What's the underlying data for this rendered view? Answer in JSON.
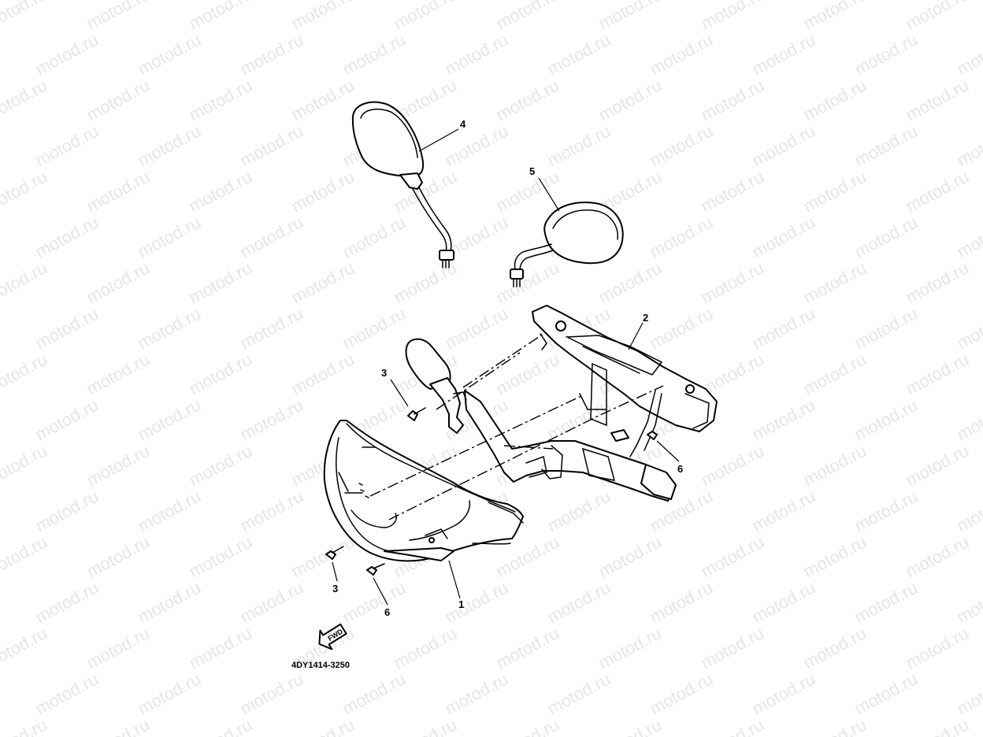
{
  "watermark": {
    "text": "motod.ru",
    "color": "#e6e6e6"
  },
  "diagram": {
    "callouts": {
      "p1": "1",
      "p2": "2",
      "p3a": "3",
      "p3b": "3",
      "p4": "4",
      "p5": "5",
      "p6a": "6",
      "p6b": "6"
    },
    "fwd_label": "FWD",
    "drawing_code": "4DY1414-3250"
  }
}
